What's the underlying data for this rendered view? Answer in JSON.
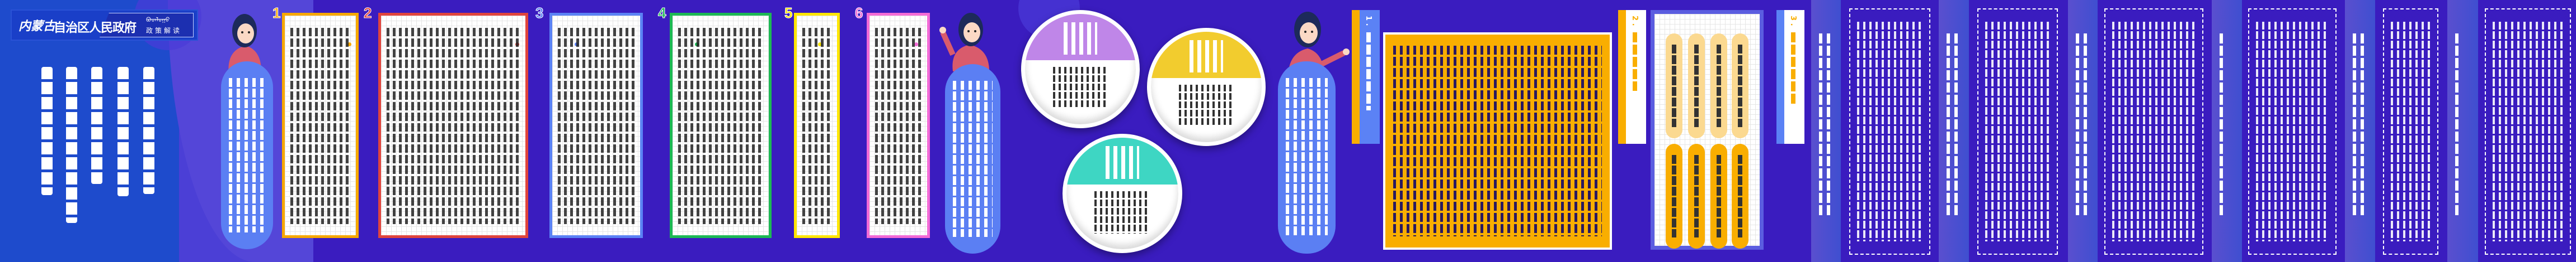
{
  "header": {
    "logo_calligraphy": "内蒙古",
    "government_name": "自治区人民政府",
    "column_mongolian": "ᠪᠣᠳᠯᠣᠭᠣ",
    "column_title": "政策解读"
  },
  "sections": {
    "numbers": [
      "1",
      "2",
      "3",
      "4",
      "5",
      "6"
    ],
    "card_colors": [
      "#f7a800",
      "#e0453d",
      "#5b82f5",
      "#1db954",
      "#ffe600",
      "#f36bd6"
    ]
  },
  "circles": {
    "colors": [
      "#bf86e8",
      "#f2cc2e",
      "#3ed6c3"
    ]
  },
  "headers": [
    "1 .",
    "2 .",
    "3 ."
  ],
  "colors": {
    "left_bg": "#1e4bcc",
    "main_bg": "#3a1cbf",
    "bubble": "#5b7ff3",
    "orange": "#f9ae00",
    "pill_light": "#fbd990"
  }
}
